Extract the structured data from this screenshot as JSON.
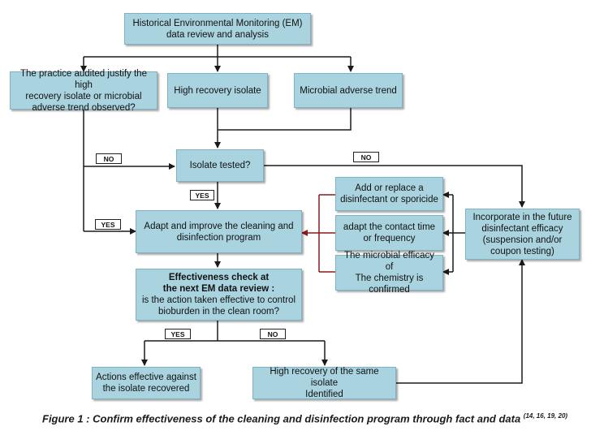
{
  "boxes": {
    "historical": "Historical Environmental Monitoring (EM)\ndata review and analysis",
    "practice_audited": "The practice audited justify the high\nrecovery isolate or microbial\nadverse trend observed?",
    "high_recovery_isolate": "High recovery isolate",
    "microbial_adverse_trend": "Microbial adverse trend",
    "isolate_tested": "Isolate tested?",
    "add_replace": "Add or replace a\ndisinfectant or sporicide",
    "adapt_improve": "Adapt and improve the cleaning and\ndisinfection program",
    "adapt_contact": "adapt the contact time\nor frequency",
    "incorporate_future": "Incorporate in the future\ndisinfectant efficacy\n(suspension and/or\ncoupon testing)",
    "efficacy_confirmed": "The microbial efficacy of\nThe chemistry is\nconfirmed",
    "effectiveness_head": "Effectiveness check at\nthe next EM data review :",
    "effectiveness_body": "is the action taken effective to control\nbioburden in the clean room?",
    "actions_effective": "Actions effective against\nthe isolate recovered",
    "same_isolate": "High recovery of the same isolate\nIdentified"
  },
  "tags": {
    "no_left": "NO",
    "no_right": "NO",
    "yes_isolate": "YES",
    "yes_left": "YES",
    "yes_effect": "YES",
    "no_effect": "NO"
  },
  "caption": {
    "text": "Figure 1 : Confirm effectiveness of the cleaning and disinfection program through fact and data",
    "refs": "(14, 16, 19, 20)"
  },
  "colors": {
    "box_fill": "#a9d4df",
    "arrow": "#1a1a1a",
    "arrow_red": "#8b1a1a"
  }
}
